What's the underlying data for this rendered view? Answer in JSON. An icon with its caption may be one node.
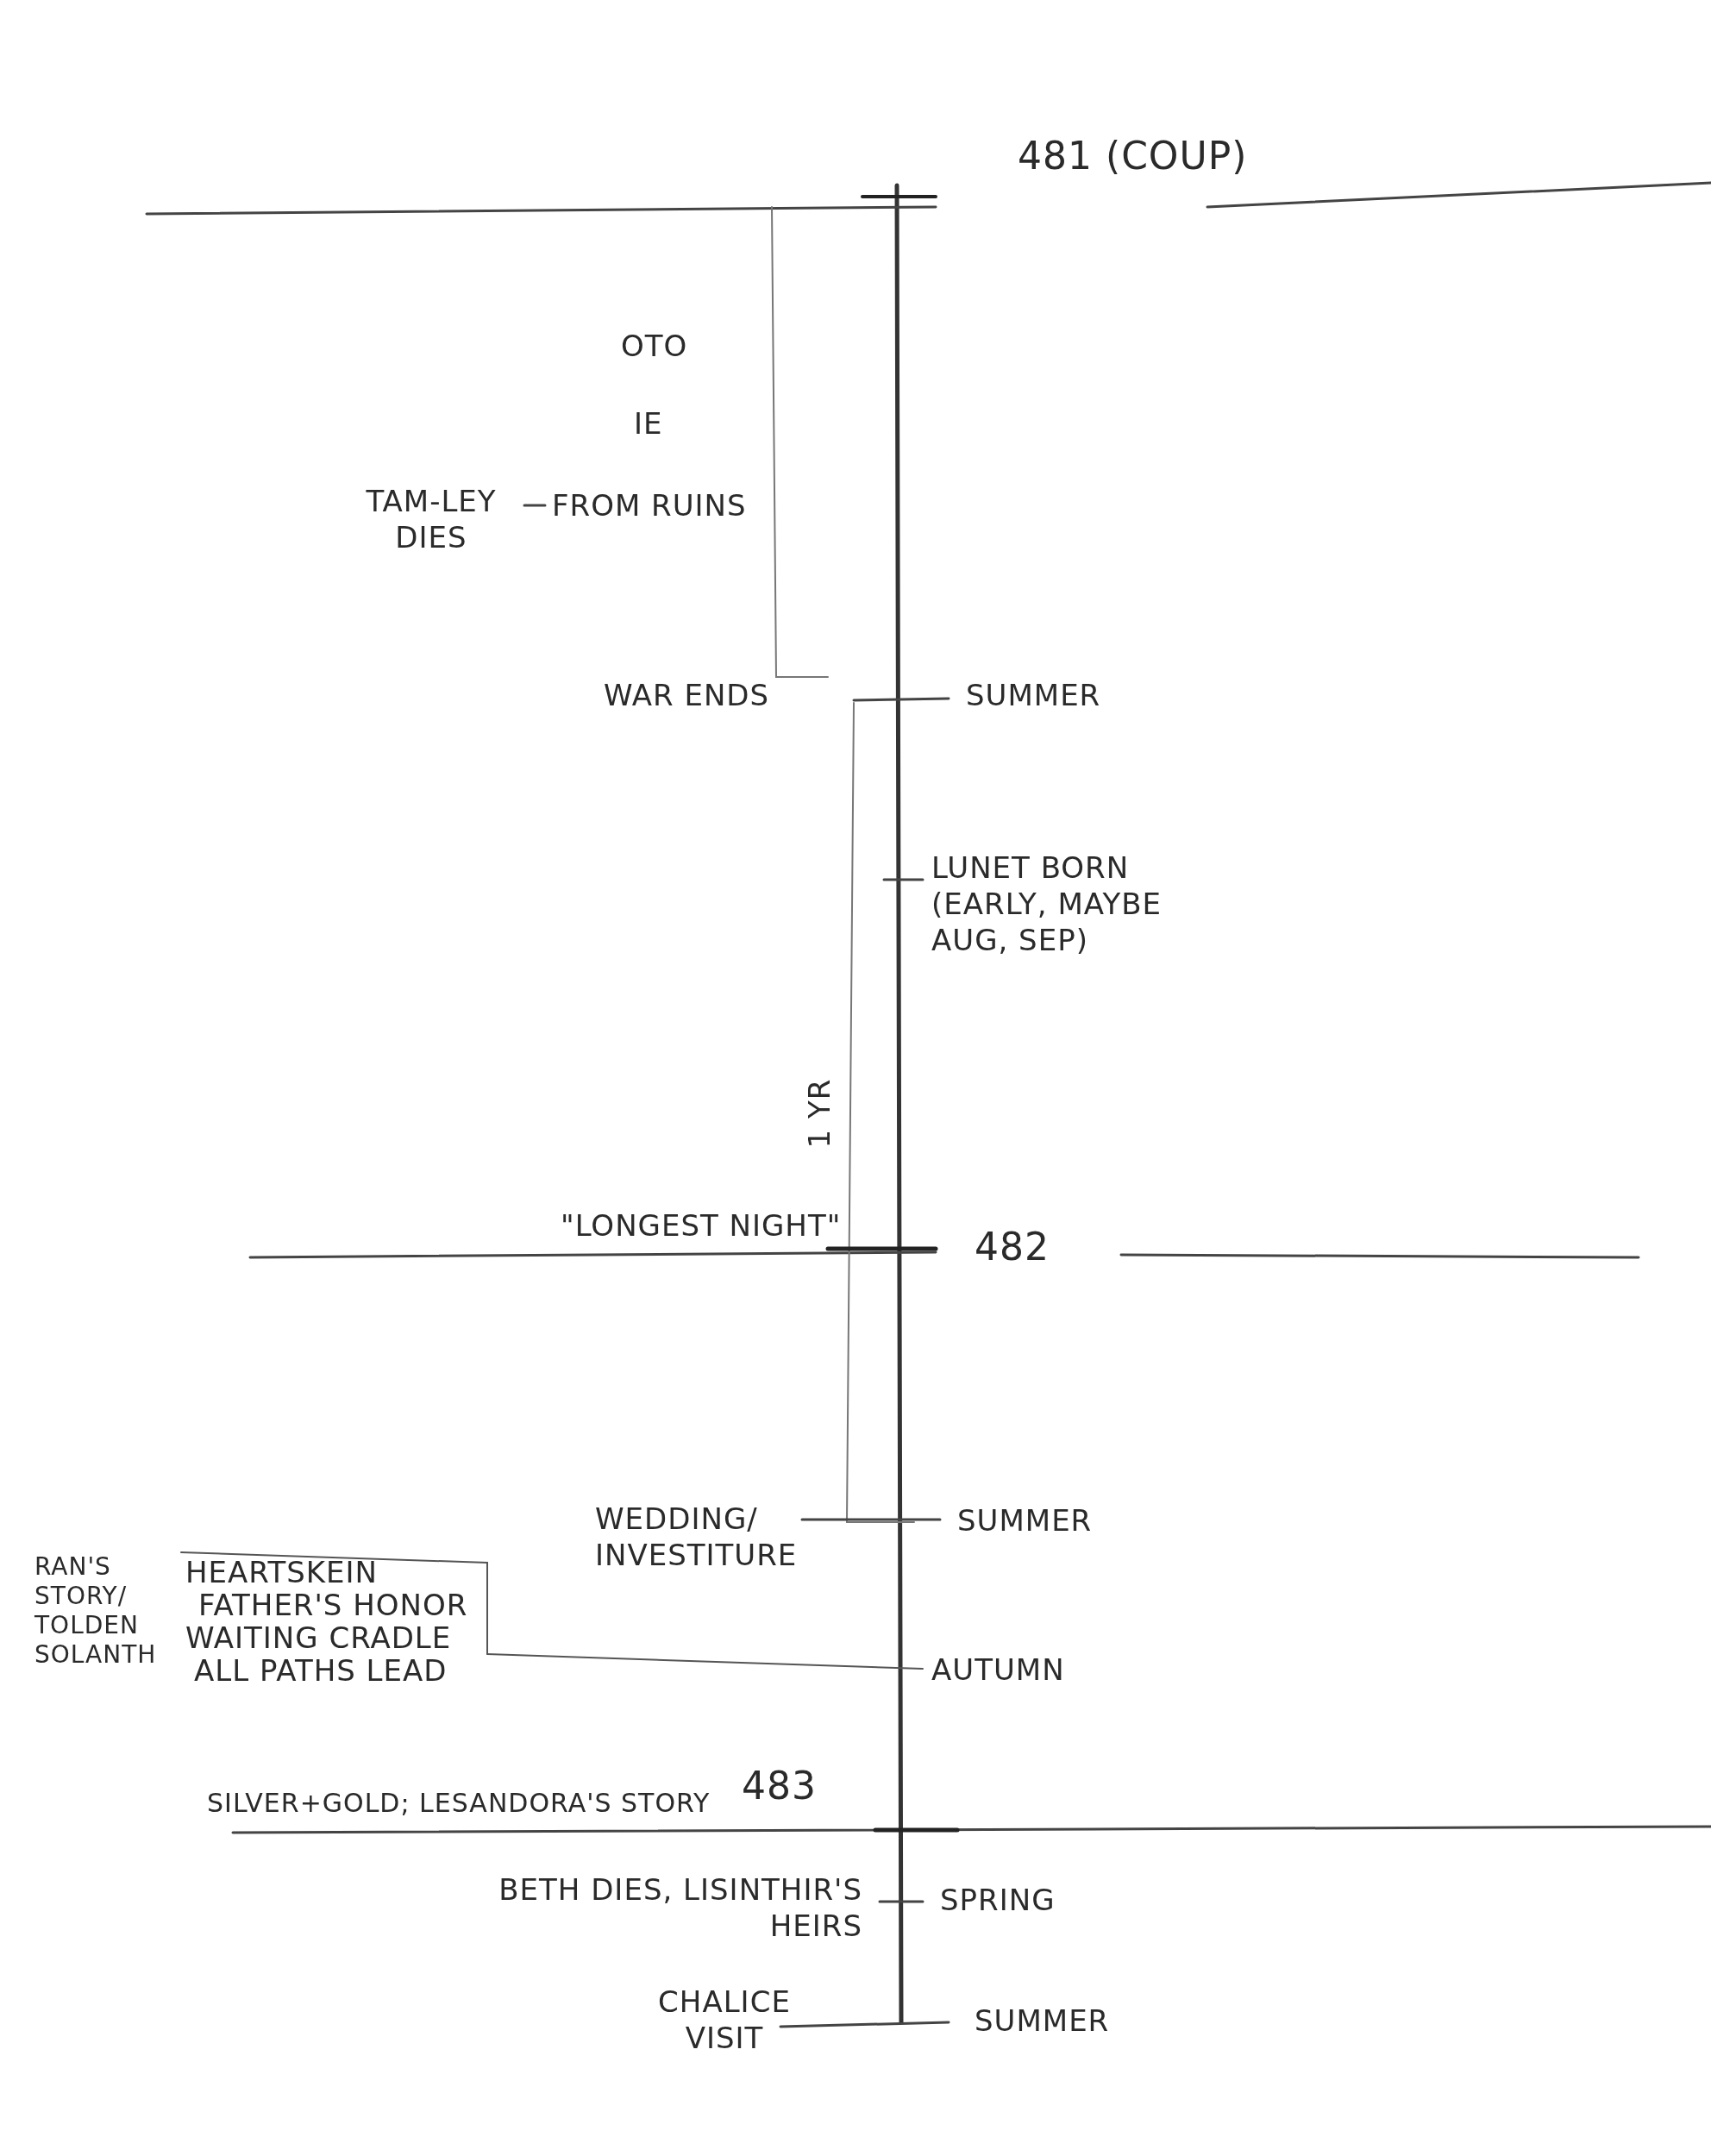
{
  "diagram": {
    "nodes": [
      {
        "text": [
          "TAM-LEY DIES"
        ]
      },
      {
        "text": [
          "FROM RUINS"
        ]
      }
    ],
    "edges": [
      {
        "from": 0,
        "to": 1,
        "arrow": "none"
      }
    ],
    "labels": [
      "481 (COUP)",
      "OTO",
      "IE",
      "WAR ENDS",
      "SUMMER",
      "LUNET BORN (EARLY, MAYBE AUG, SEP)",
      "1 YR",
      "\"LONGEST NIGHT\"",
      "482",
      "WEDDING/ INVESTITURE",
      "SUMMER",
      "RAN'S STORY/ TOLDEN SOLANTH",
      "HEARTSKEIN",
      "FATHER'S HONOR",
      "WAITING CRADLE",
      "ALL PATHS LEAD",
      "AUTUMN",
      "SILVER+GOLD; LESANDORA'S STORY",
      "483",
      "BETH DIES, LISINTHIR'S HEIRS",
      "SPRING",
      "CHALICE VISIT",
      "SUMMER"
    ]
  }
}
